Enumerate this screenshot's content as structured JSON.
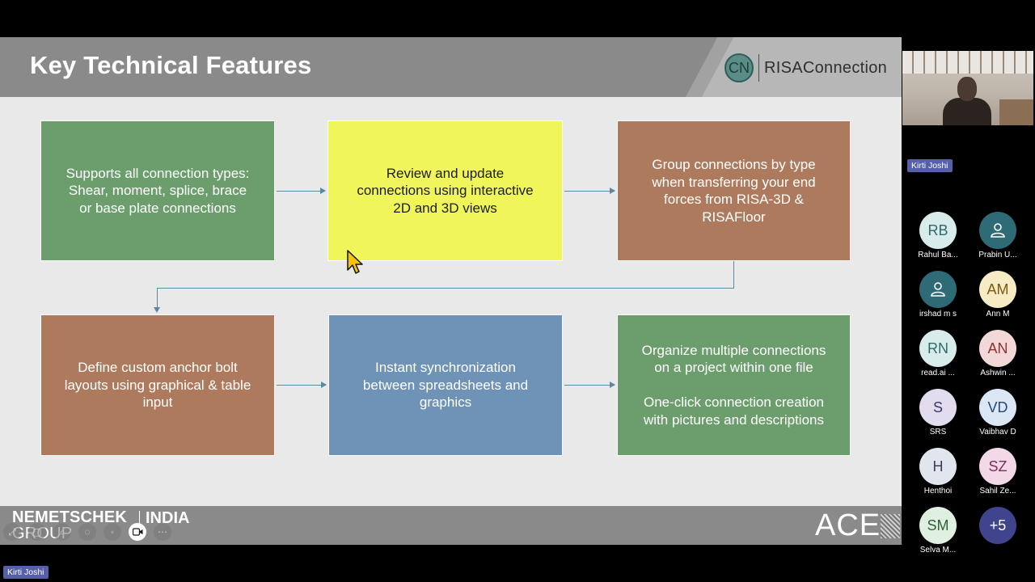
{
  "slide": {
    "title": "Key Technical Features",
    "brand": {
      "badge": "CN",
      "name": "RISAConnection"
    },
    "boxes": [
      {
        "text": "Supports all connection types:\nShear, moment, splice, brace\nor base plate connections"
      },
      {
        "text": "Review and update\nconnections using interactive\n2D and 3D views"
      },
      {
        "text": "Group connections by type\nwhen transferring your end\nforces from RISA-3D &\nRISAFloor"
      },
      {
        "text": "Define custom anchor bolt\nlayouts using graphical & table\ninput"
      },
      {
        "text": "Instant synchronization\nbetween spreadsheets and\ngraphics"
      },
      {
        "text": "Organize multiple connections\non a project within one file\n\nOne-click connection creation\nwith pictures and descriptions"
      }
    ],
    "footer": {
      "logo_line1": "NEMETSCHEK",
      "logo_line2": "GROUP",
      "region": "INDIA",
      "partner": "ACE"
    }
  },
  "colors": {
    "green": "#6b9e6c",
    "yellow": "#f0f55a",
    "brown": "#ae7a5e",
    "blue": "#6f93b7",
    "arrow": "#5d86a0"
  },
  "controls": [
    "expand-icon",
    "screen-icon",
    "zoom-icon",
    "more-icon",
    "camera-icon",
    "ellipsis-icon"
  ],
  "speaker": {
    "name": "Kirti Joshi"
  },
  "bottom_tag": {
    "name": "Kirti Joshi"
  },
  "participants": [
    {
      "initials": "RB",
      "name": "Rahul Ba...",
      "bg": "#d8ecec",
      "fg": "#2f6b6b"
    },
    {
      "initials": "",
      "name": "Prabin U...",
      "bg": "#2e6b77",
      "fg": "#ffffff",
      "icon": "user-icon"
    },
    {
      "initials": "",
      "name": "irshad m s",
      "bg": "#2e6b77",
      "fg": "#ffffff",
      "icon": "user-icon"
    },
    {
      "initials": "AM",
      "name": "Ann M",
      "bg": "#f6ebc4",
      "fg": "#7a5a14"
    },
    {
      "initials": "RN",
      "name": "read.ai ...",
      "bg": "#d8ecec",
      "fg": "#2f6b6b"
    },
    {
      "initials": "AN",
      "name": "Ashwin ...",
      "bg": "#f3d8d8",
      "fg": "#8a3434"
    },
    {
      "initials": "S",
      "name": "SRS",
      "bg": "#e3dcef",
      "fg": "#3d3565"
    },
    {
      "initials": "VD",
      "name": "Vaibhav D",
      "bg": "#dbe7f4",
      "fg": "#274a74"
    },
    {
      "initials": "H",
      "name": "Henthoi",
      "bg": "#e1e5ee",
      "fg": "#37415e"
    },
    {
      "initials": "SZ",
      "name": "Sahil Ze...",
      "bg": "#f3d8e8",
      "fg": "#7a2f58"
    },
    {
      "initials": "SM",
      "name": "Selva M...",
      "bg": "#dff0e1",
      "fg": "#2e5f37"
    },
    {
      "initials": "+5",
      "name": "",
      "bg": "#3f448d",
      "fg": "#ffffff"
    }
  ]
}
